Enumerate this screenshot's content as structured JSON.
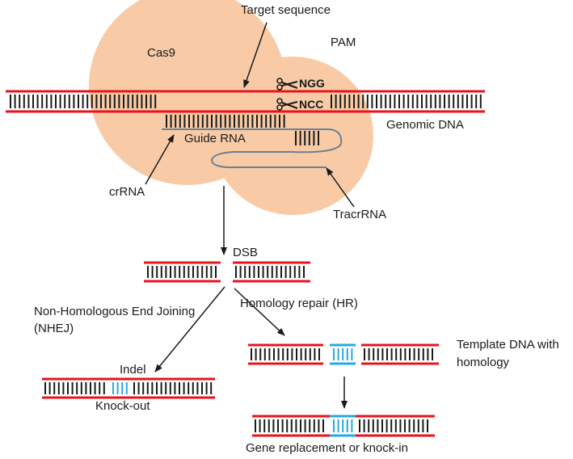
{
  "labels": {
    "target_sequence": "Target sequence",
    "cas9": "Cas9",
    "pam": "PAM",
    "ngg": "NGG",
    "ncc": "NCC",
    "genomic_dna": "Genomic DNA",
    "guide_rna": "Guide RNA",
    "crrna": "crRNA",
    "tracrrna": "TracrRNA",
    "dsb": "DSB",
    "nhej_line1": "Non-Homologous End Joining",
    "nhej_line2": "(NHEJ)",
    "hr": "Homology repair (HR)",
    "indel": "Indel",
    "knock_out": "Knock-out",
    "template_line1": "Template DNA with",
    "template_line2": "homology",
    "gene_replacement": "Gene replacement or knock-in"
  },
  "colors": {
    "cas9_blob": "#f8cba6",
    "dna_strand": "#e8141c",
    "base_pair": "#1a1a1a",
    "inserted_pair": "#29a8e0",
    "tracr_rna": "#6b7f95",
    "arrow": "#1a1a1a"
  },
  "icons": [
    "scissors-icon",
    "scissors-icon"
  ]
}
